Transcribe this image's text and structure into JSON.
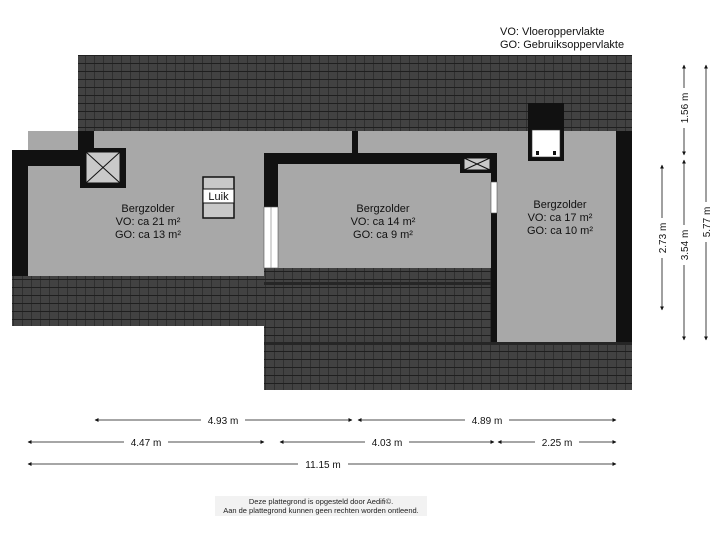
{
  "legend": {
    "vo": "VO: Vloeroppervlakte",
    "go": "GO: Gebruiksoppervlakte"
  },
  "rooms": [
    {
      "name": "Bergzolder",
      "vo": "VO: ca 21 m²",
      "go": "GO: ca 13 m²"
    },
    {
      "name": "Bergzolder",
      "vo": "VO: ca 14 m²",
      "go": "GO: ca 9 m²"
    },
    {
      "name": "Bergzolder",
      "vo": "VO: ca 17 m²",
      "go": "GO: ca 10 m²"
    }
  ],
  "hatch_label": "Luik",
  "dimensions": {
    "horizontal": [
      "4.93 m",
      "4.89 m",
      "4.47 m",
      "4.03 m",
      "2.25 m",
      "11.15 m"
    ],
    "vertical": [
      "1.56 m",
      "2.73 m",
      "3.54 m",
      "5.77 m"
    ]
  },
  "footer": {
    "line1": "Deze plattegrond is opgesteld door Aedifi©.",
    "line2": "Aan de plattegrond kunnen geen rechten worden ontleend."
  },
  "colors": {
    "roof": "#3d3d3d",
    "floor": "#a8a8a8",
    "wall": "#111111"
  }
}
